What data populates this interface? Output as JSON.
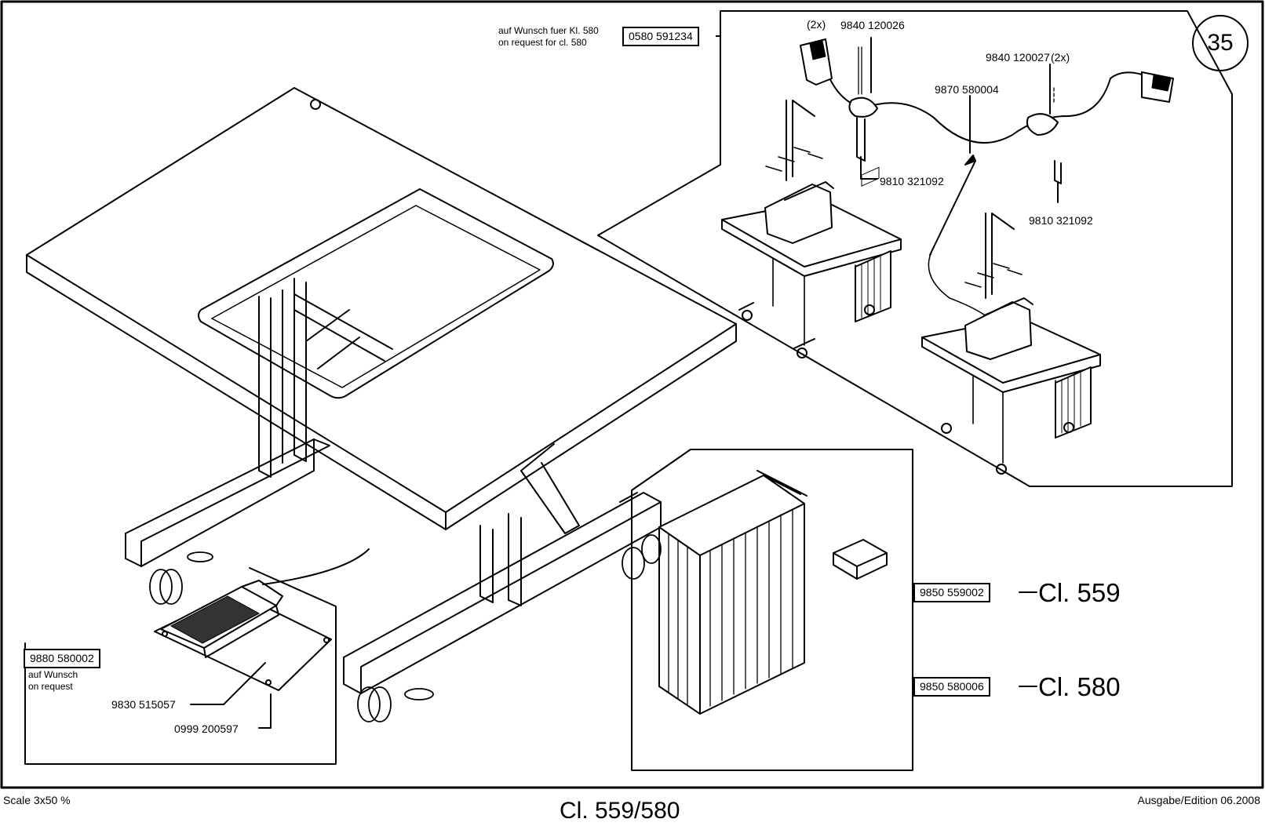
{
  "page_number": "35",
  "top_note": {
    "de": "auf Wunsch fuer Kl. 580",
    "en": "on request   for cl. 580"
  },
  "top_note_part": "0580 591234",
  "cable_parts": {
    "qty_left": "(2x)",
    "clamp_left": "9840 120026",
    "clamp_right": "9840 120027",
    "qty_right": "(2x)",
    "cable": "9870 580004",
    "screw_left": "9810 321092",
    "screw_right": "9810 321092"
  },
  "pedal": {
    "part_box": "9880 580002",
    "note_de": "auf Wunsch",
    "note_en": "on request",
    "plate": "9830 515057",
    "screw": "0999 200597"
  },
  "control": {
    "part_559": "9850 559002",
    "class_559": "Cl. 559",
    "part_580": "9850 580006",
    "class_580": "Cl. 580"
  },
  "footer": {
    "scale": "Scale 3x50 %",
    "title": "Cl. 559/580",
    "edition": "Ausgabe/Edition 06.2008"
  },
  "colors": {
    "ink": "#000000",
    "paper": "#ffffff"
  }
}
